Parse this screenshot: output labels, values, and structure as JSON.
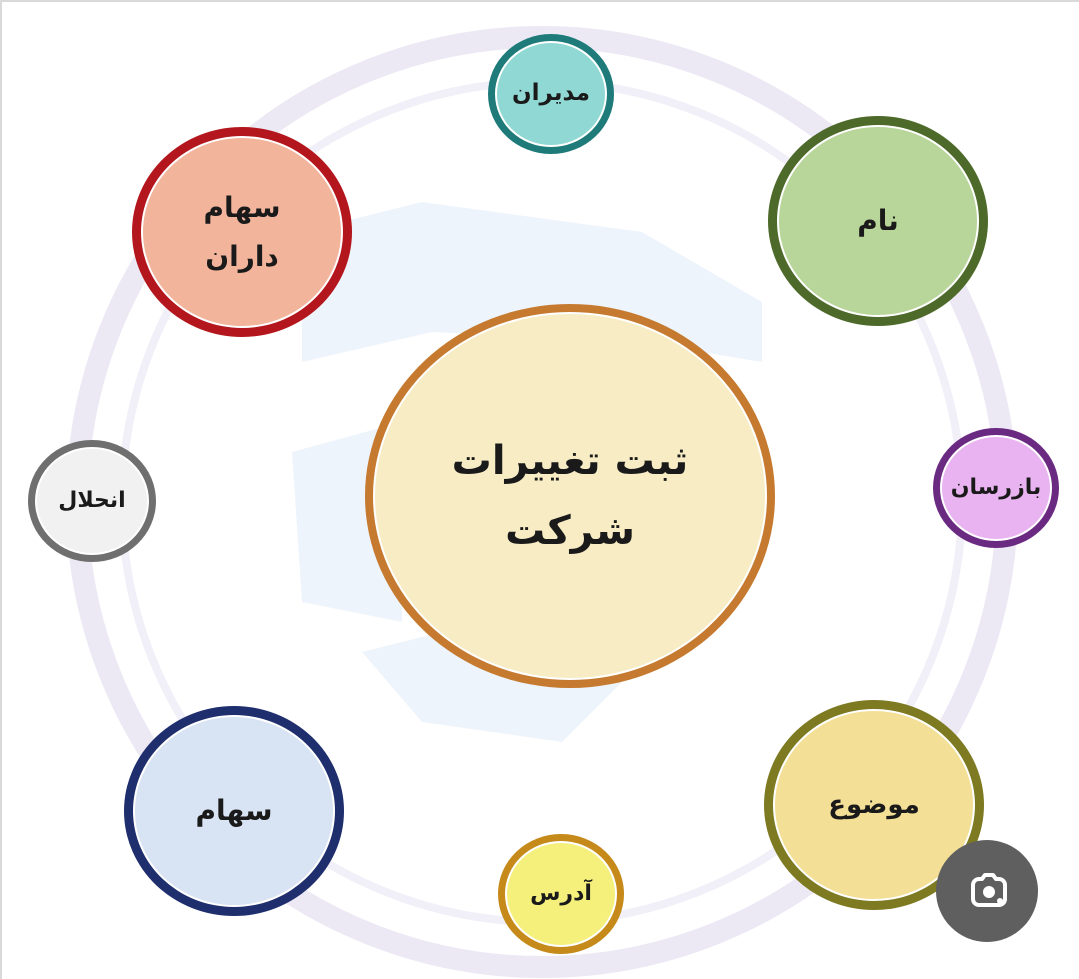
{
  "diagram": {
    "center": {
      "label": "ثبت تغییرات\nشرکت",
      "ring_color": "#c57a2f",
      "fill_color": "#f7ecc4"
    },
    "nodes": [
      {
        "id": "managers",
        "label": "مدیران",
        "ring_color": "#1e7b7a",
        "fill_color": "#8fd8d4"
      },
      {
        "id": "name",
        "label": "نام",
        "ring_color": "#4d6a2a",
        "fill_color": "#b8d59a"
      },
      {
        "id": "inspector",
        "label": "بازرسان",
        "ring_color": "#6a2a82",
        "fill_color": "#e8b3f0"
      },
      {
        "id": "subject",
        "label": "موضوع",
        "ring_color": "#7d7a22",
        "fill_color": "#f3df95"
      },
      {
        "id": "address",
        "label": "آدرس",
        "ring_color": "#c58a1a",
        "fill_color": "#f5f07c"
      },
      {
        "id": "shares",
        "label": "سهام",
        "ring_color": "#1f2f6e",
        "fill_color": "#d8e3f3"
      },
      {
        "id": "dissolution",
        "label": "انحلال",
        "ring_color": "#6f6f6f",
        "fill_color": "#f1f1f1"
      },
      {
        "id": "shareholders",
        "label": "سهام\nداران",
        "ring_color": "#b3161c",
        "fill_color": "#f3b49c"
      }
    ]
  },
  "overlay": {
    "lens_icon": "google-lens-camera-icon",
    "button_color": "#5f5f5f"
  }
}
